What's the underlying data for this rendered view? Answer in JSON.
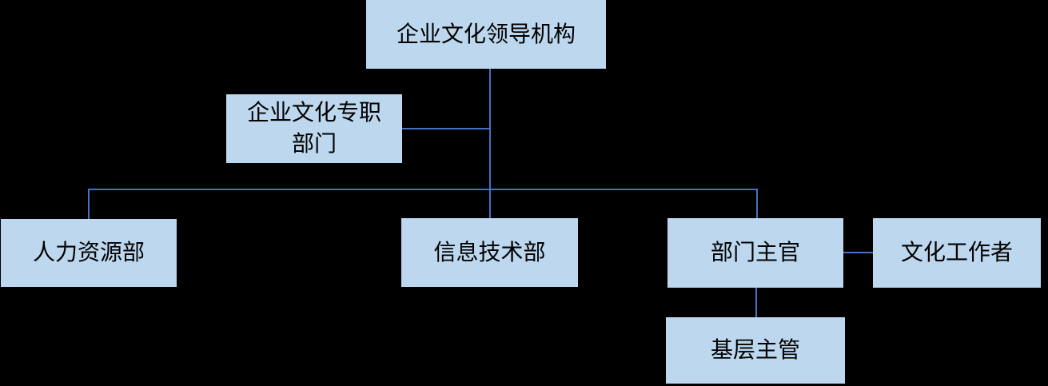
{
  "diagram": {
    "type": "org-chart",
    "background_color": "#000000",
    "node_fill_color": "#BDD7EE",
    "connector_color": "#4472C4",
    "text_color": "#000000",
    "nodes": {
      "leadership": {
        "label": "企业文化领导机构"
      },
      "dedicated_dept": {
        "label": "企业文化专职\n部门"
      },
      "hr_dept": {
        "label": "人力资源部"
      },
      "it_dept": {
        "label": "信息技术部"
      },
      "dept_head": {
        "label": "部门主官"
      },
      "culture_worker": {
        "label": "文化工作者"
      },
      "grassroots": {
        "label": "基层主管"
      }
    },
    "edges": [
      {
        "from": "leadership",
        "to": "dedicated_dept"
      },
      {
        "from": "leadership",
        "to": "hr_dept"
      },
      {
        "from": "leadership",
        "to": "it_dept"
      },
      {
        "from": "leadership",
        "to": "dept_head"
      },
      {
        "from": "dept_head",
        "to": "culture_worker"
      },
      {
        "from": "dept_head",
        "to": "grassroots"
      }
    ]
  }
}
